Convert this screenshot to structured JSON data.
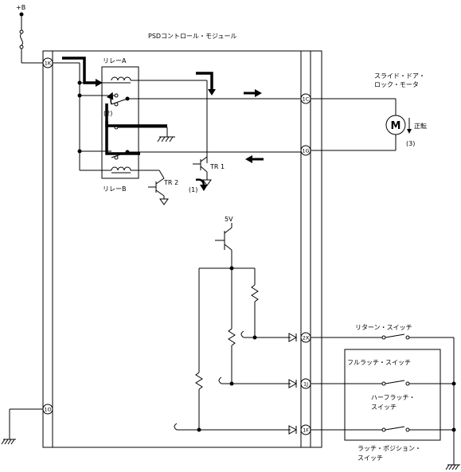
{
  "supply": {
    "label": "+B"
  },
  "module": {
    "title": "PSDコントロール・モジュール"
  },
  "relays": {
    "a": "リレーA",
    "b": "リレーB"
  },
  "transistors": {
    "tr1": "TR 1",
    "tr2": "TR 2"
  },
  "annotations": {
    "step1": "(1)",
    "step2": "(2)",
    "step3": "(3)"
  },
  "motor": {
    "line1": "スライド・ドア・",
    "line2": "ロック・モータ",
    "symbol": "M",
    "direction": "正転"
  },
  "vcc": {
    "label": "5V"
  },
  "pins": {
    "p1k": "1K",
    "p1c": "1C",
    "p1g": "1G",
    "p1o": "1O",
    "p2x": "2X",
    "p1j": "1J",
    "p1f": "1F"
  },
  "switches": {
    "return": "リターン・スイッチ",
    "full_latch": "フルラッチ・スイッチ",
    "half_latch_1": "ハーフラッチ・",
    "half_latch_2": "スイッチ",
    "latch_pos_1": "ラッチ・ポジション・",
    "latch_pos_2": "スイッチ"
  }
}
